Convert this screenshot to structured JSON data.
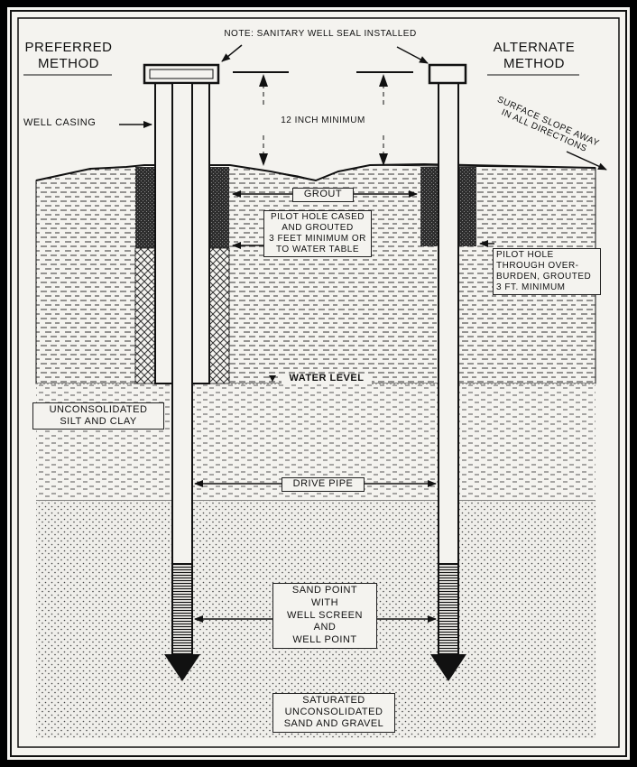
{
  "labels": {
    "note": "NOTE: SANITARY WELL SEAL INSTALLED",
    "preferred_line1": "PREFERRED",
    "preferred_line2": "METHOD",
    "alternate_line1": "ALTERNATE",
    "alternate_line2": "METHOD",
    "well_casing": "WELL CASING",
    "twelve_inch": "12 INCH MINIMUM",
    "surface_slope_line1": "SURFACE SLOPE AWAY",
    "surface_slope_line2": "IN ALL DIRECTIONS",
    "grout": "GROUT",
    "pilot_cased_line1": "PILOT HOLE CASED",
    "pilot_cased_line2": "AND GROUTED",
    "pilot_cased_line3": "3 FEET MINIMUM OR",
    "pilot_cased_line4": "TO WATER TABLE",
    "pilot_through_line1": "PILOT HOLE",
    "pilot_through_line2": "THROUGH OVER-",
    "pilot_through_line3": "BURDEN, GROUTED",
    "pilot_through_line4": "3 FT. MINIMUM",
    "water_level": "WATER LEVEL",
    "silt_line1": "UNCONSOLIDATED",
    "silt_line2": "SILT AND CLAY",
    "drive_pipe": "DRIVE PIPE",
    "sand_point_line1": "SAND POINT",
    "sand_point_line2": "WITH",
    "sand_point_line3": "WELL SCREEN",
    "sand_point_line4": "AND",
    "sand_point_line5": "WELL POINT",
    "saturated_line1": "SATURATED",
    "saturated_line2": "UNCONSOLIDATED",
    "saturated_line3": "SAND AND GRAVEL"
  },
  "colors": {
    "paper": "#f4f3ef",
    "ink": "#111111",
    "grout": "#3a3a3a",
    "frame": "#000000"
  },
  "icons": [
    "arrow-icon",
    "water-level-marker-icon",
    "well-point-icon"
  ]
}
